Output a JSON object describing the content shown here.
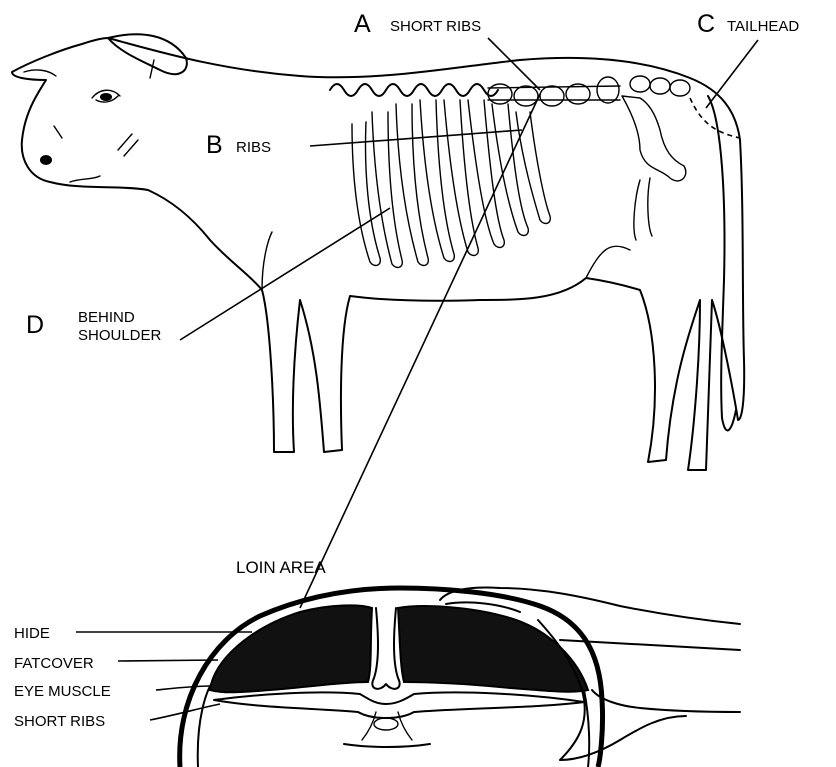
{
  "labels": {
    "a": {
      "letter": "A",
      "text": "SHORT RIBS"
    },
    "b": {
      "letter": "B",
      "text": "RIBS"
    },
    "c": {
      "letter": "C",
      "text": "TAILHEAD"
    },
    "d": {
      "letter": "D",
      "line1": "BEHIND",
      "line2": "SHOULDER"
    },
    "loin_area": "LOIN AREA",
    "cross_section": [
      "HIDE",
      "FATCOVER",
      "EYE MUSCLE",
      "SHORT RIBS"
    ]
  }
}
